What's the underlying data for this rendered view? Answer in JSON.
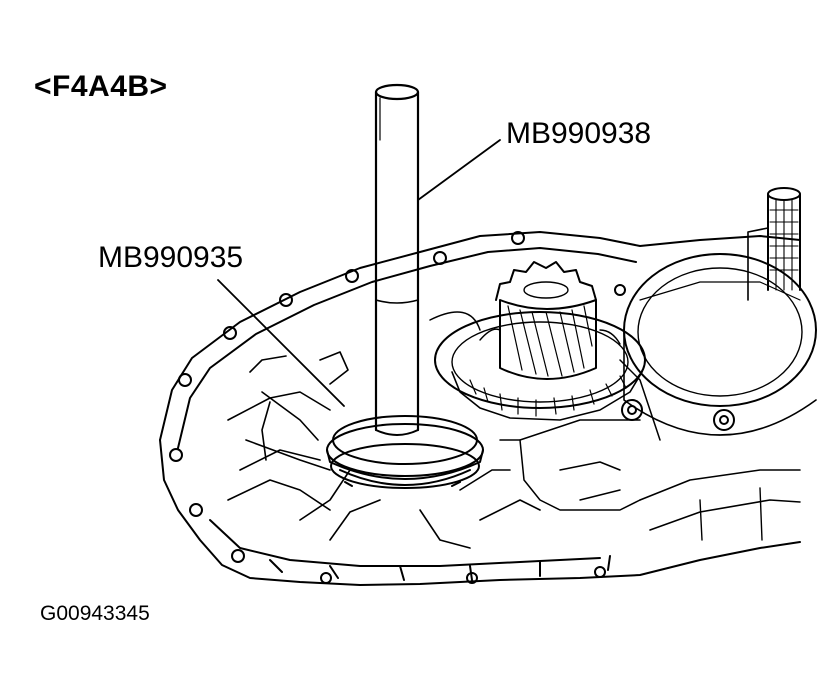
{
  "diagram": {
    "title": "<F4A4B>",
    "callouts": {
      "shaft_tool": "MB990938",
      "seal_installer": "MB990935"
    },
    "figure_id": "G00943345"
  }
}
